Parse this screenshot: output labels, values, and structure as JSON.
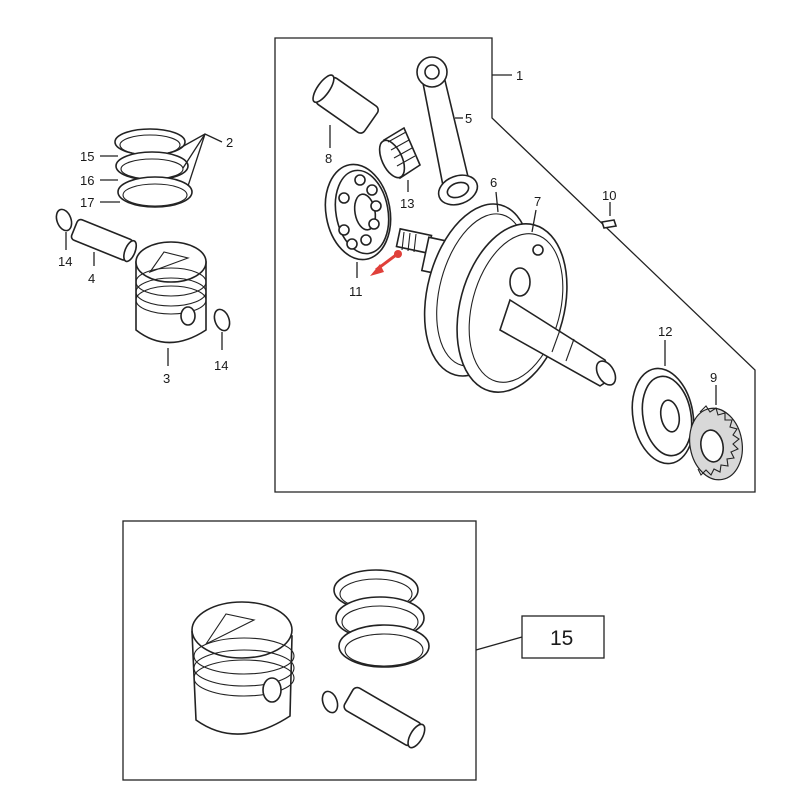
{
  "callouts": {
    "c1": "1",
    "c2": "2",
    "c3": "3",
    "c4": "4",
    "c5": "5",
    "c6": "6",
    "c7": "7",
    "c8": "8",
    "c9": "9",
    "c10": "10",
    "c11": "11",
    "c12": "12",
    "c13": "13",
    "c14a": "14",
    "c14b": "14",
    "c15": "15",
    "c16": "16",
    "c17": "17"
  },
  "inset_label": "15",
  "colors": {
    "line": "#222222",
    "highlight_arrow": "#e0403a",
    "background": "#ffffff"
  }
}
